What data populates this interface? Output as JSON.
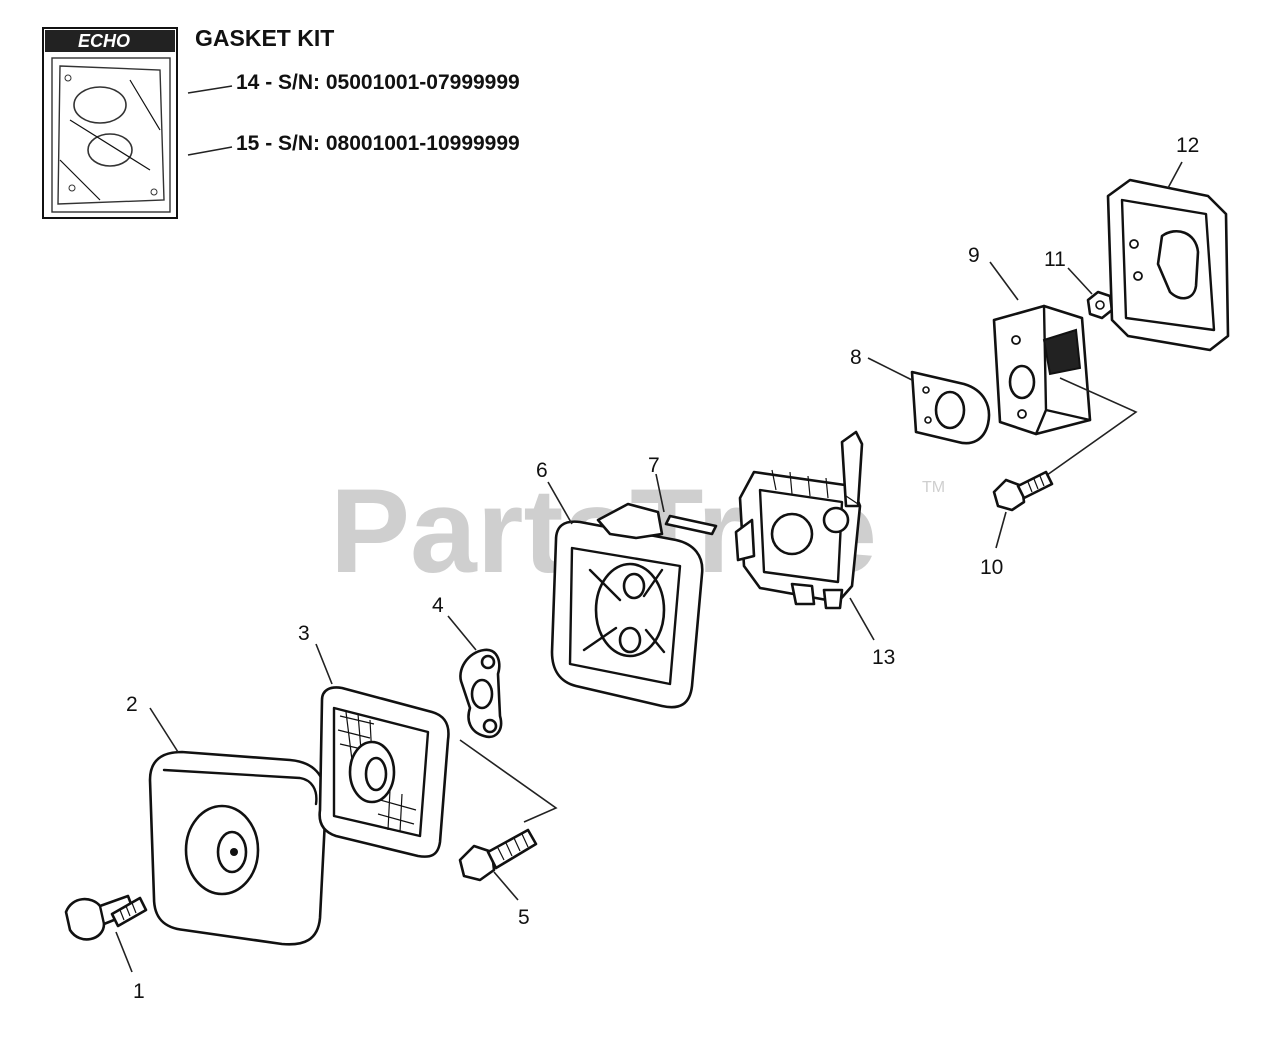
{
  "watermark": {
    "text": "PartsTree",
    "tm": "TM"
  },
  "gasket_kit": {
    "title": "GASKET KIT",
    "brand_logo": "ECHO",
    "lines": [
      "14 - S/N:  05001001-07999999",
      "15 - S/N:  08001001-10999999"
    ]
  },
  "callouts": [
    "1",
    "2",
    "3",
    "4",
    "5",
    "6",
    "7",
    "8",
    "9",
    "10",
    "11",
    "12",
    "13"
  ],
  "colors": {
    "ink": "#111111",
    "watermark": "#cfcfcf",
    "background": "#ffffff"
  }
}
